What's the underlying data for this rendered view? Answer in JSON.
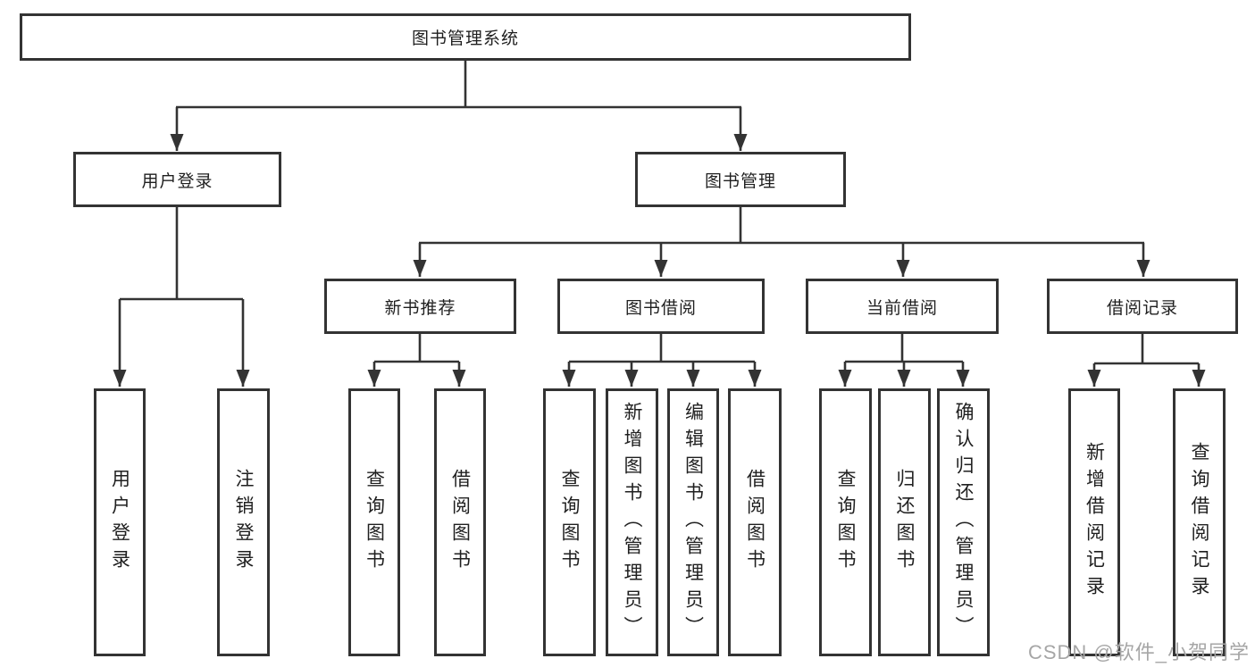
{
  "diagram": {
    "root": {
      "label": "图书管理系统"
    },
    "level2": {
      "user_login": {
        "label": "用户登录"
      },
      "book_management": {
        "label": "图书管理"
      }
    },
    "level3": {
      "new_book_recommend": {
        "label": "新书推荐"
      },
      "book_borrowing": {
        "label": "图书借阅"
      },
      "current_borrowing": {
        "label": "当前借阅"
      },
      "borrowing_records": {
        "label": "借阅记录"
      }
    },
    "leaves": {
      "user_login": {
        "label": "用户登录"
      },
      "logout": {
        "label": "注销登录"
      },
      "query_books_recommend": {
        "label": "查询图书"
      },
      "borrow_books_recommend": {
        "label": "借阅图书"
      },
      "query_books_borrowing": {
        "label": "查询图书"
      },
      "add_book_admin": {
        "label": "新增图书（管理员）"
      },
      "edit_book_admin": {
        "label": "编辑图书（管理员）"
      },
      "borrow_books_borrowing": {
        "label": "借阅图书"
      },
      "query_books_current": {
        "label": "查询图书"
      },
      "return_books": {
        "label": "归还图书"
      },
      "confirm_return_admin": {
        "label": "确认归还（管理员）"
      },
      "add_borrow_record": {
        "label": "新增借阅记录"
      },
      "query_borrow_record": {
        "label": "查询借阅记录"
      }
    }
  },
  "watermark": {
    "text": "CSDN @软件_小贺同学"
  },
  "colors": {
    "border": "#333333",
    "line": "#333333",
    "text": "#1f1f1f",
    "watermark": "#a6a6a6",
    "background": "#ffffff"
  }
}
